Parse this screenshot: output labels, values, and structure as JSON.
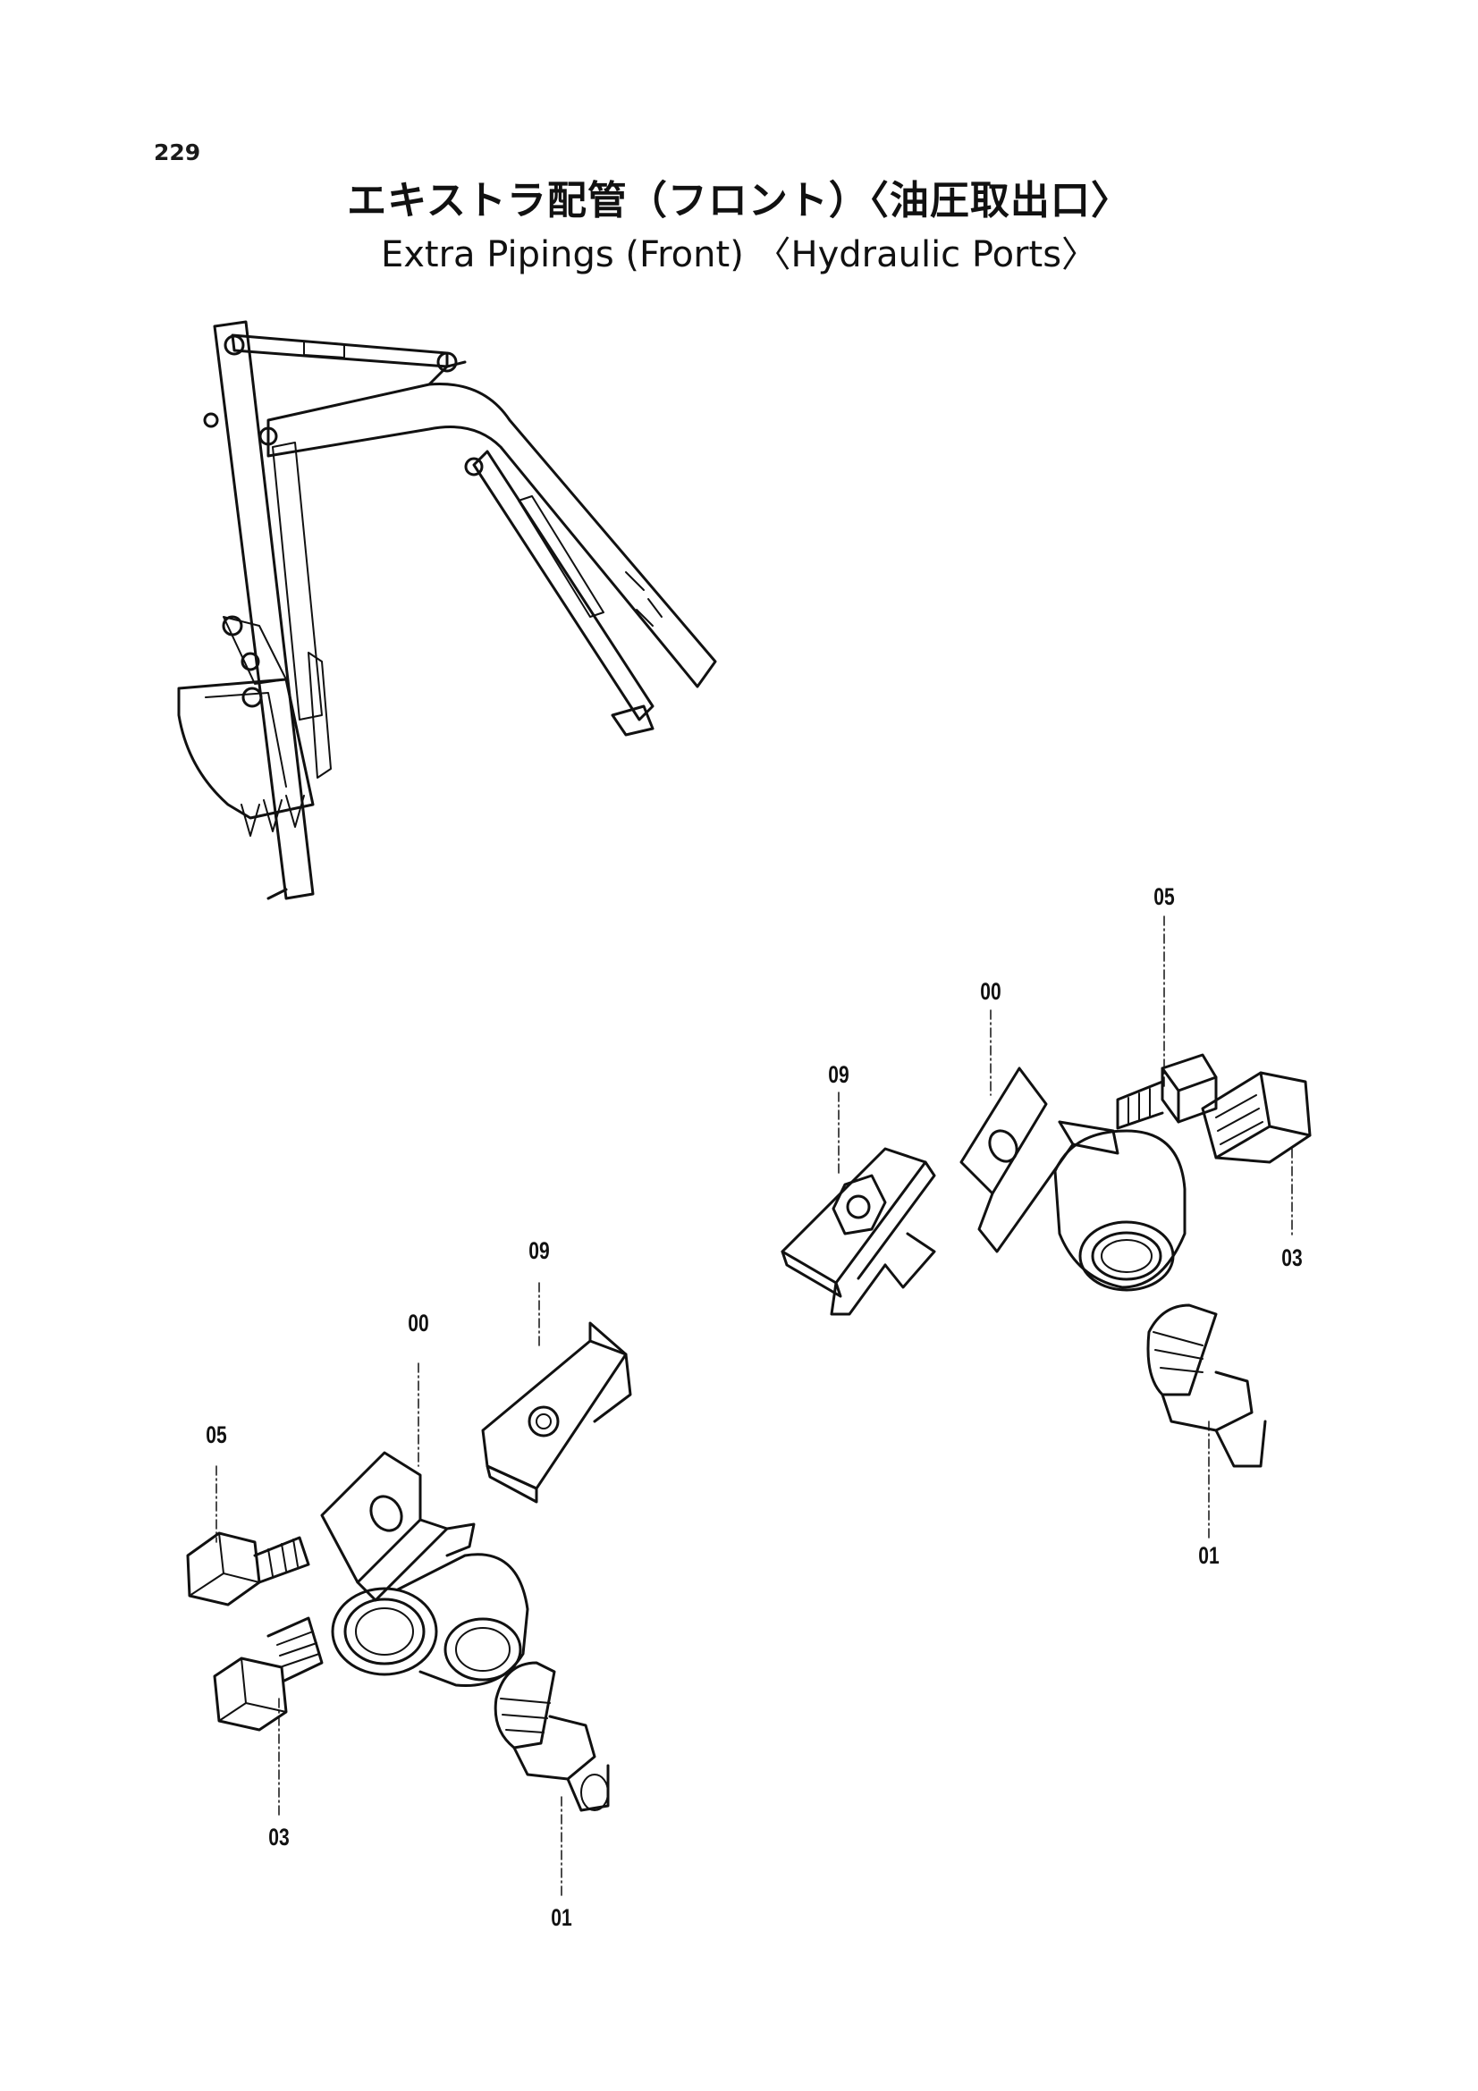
{
  "page_number": "229",
  "title_ja": "エキストラ配管（フロント）〈油圧取出口〉",
  "title_en": "Extra Pipings (Front) 〈Hydraulic Ports〉",
  "callouts_right": {
    "c05": "05",
    "c00": "00",
    "c09": "09",
    "c03": "03",
    "c01": "01"
  },
  "callouts_left": {
    "c09": "09",
    "c00": "00",
    "c05": "05",
    "c03": "03",
    "c01": "01"
  }
}
